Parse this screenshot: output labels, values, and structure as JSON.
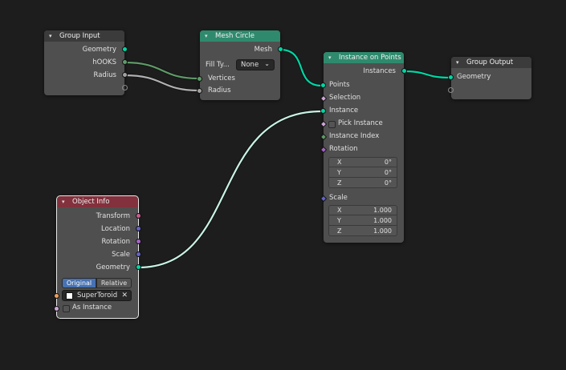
{
  "colors": {
    "background": "#1d1d1d",
    "node_body": "#4f4f4f",
    "header_group": "#3b3b3b",
    "header_geometry": "#2f8a6d",
    "header_input": "#83313d",
    "socket_geometry": "#00d6a3",
    "socket_integer": "#5f9a68",
    "socket_float": "#a1a1a1",
    "socket_vector": "#6363c7",
    "socket_rotation": "#a663c7",
    "socket_boolean": "#cca6d6",
    "socket_object": "#ed9e5c",
    "toggle_active": "#4772b3"
  },
  "nodes": {
    "group_input": {
      "title": "Group Input",
      "outputs": [
        "Geometry",
        "hOOKS",
        "Radius"
      ]
    },
    "mesh_circle": {
      "title": "Mesh Circle",
      "output": "Mesh",
      "fill_type_label": "Fill Ty...",
      "fill_type_value": "None",
      "inputs": [
        "Vertices",
        "Radius"
      ]
    },
    "instance_on_points": {
      "title": "Instance on Points",
      "output": "Instances",
      "inputs": {
        "points": "Points",
        "selection": "Selection",
        "instance": "Instance",
        "pick_instance": "Pick Instance",
        "instance_index": "Instance Index",
        "rotation": "Rotation",
        "scale": "Scale"
      },
      "rotation": [
        {
          "axis": "X",
          "value": "0°"
        },
        {
          "axis": "Y",
          "value": "0°"
        },
        {
          "axis": "Z",
          "value": "0°"
        }
      ],
      "scale": [
        {
          "axis": "X",
          "value": "1.000"
        },
        {
          "axis": "Y",
          "value": "1.000"
        },
        {
          "axis": "Z",
          "value": "1.000"
        }
      ]
    },
    "group_output": {
      "title": "Group Output",
      "inputs": [
        "Geometry"
      ]
    },
    "object_info": {
      "title": "Object Info",
      "outputs": [
        "Transform",
        "Location",
        "Rotation",
        "Scale",
        "Geometry"
      ],
      "transform_space": {
        "options": [
          "Original",
          "Relative"
        ],
        "active": "Original"
      },
      "object": "SuperToroid",
      "as_instance": "As Instance"
    }
  },
  "icons": {
    "chevron": "▾",
    "dropdown": "⌄",
    "clear": "✕"
  }
}
